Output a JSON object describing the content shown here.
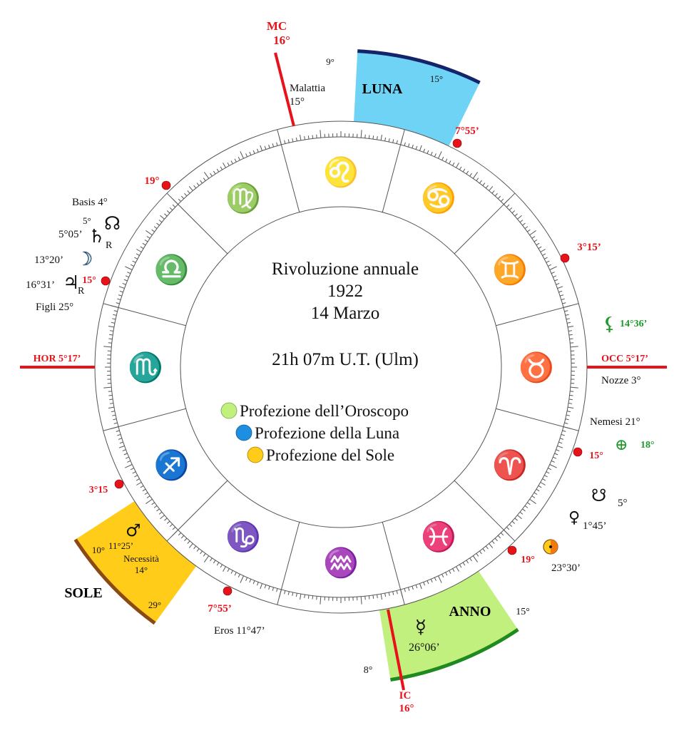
{
  "center_text": {
    "title": "Rivoluzione annuale",
    "year": "1922",
    "date": "14 Marzo",
    "time": "21h 07m U.T. (Ulm)"
  },
  "legend": [
    {
      "label": "Profezione dell’Oroscopo",
      "color": "#c2f07e"
    },
    {
      "label": "Profezione della Luna",
      "color": "#1e8fe0"
    },
    {
      "label": "Profezione del Sole",
      "color": "#ffcc1a"
    }
  ],
  "zodiac_glyphs": [
    "♌",
    "♋",
    "♊",
    "♉",
    "♈",
    "♓",
    "♒",
    "♑",
    "♐",
    "♏",
    "♎",
    "♍"
  ],
  "angles": {
    "mc": {
      "label": "MC",
      "degree": "16°"
    },
    "ic": {
      "label": "IC",
      "degree": "16°"
    },
    "hor": "HOR 5°17’",
    "occ": "OCC 5°17’"
  },
  "house_cusps": [
    "7°55’",
    "3°15’",
    "15°",
    "19°",
    "7°55’",
    "3°15",
    "15°",
    "19°"
  ],
  "profections": {
    "luna": {
      "label": "LUNA",
      "start": "9°",
      "end": "15°",
      "color": "#6fd3f5"
    },
    "anno": {
      "label": "ANNO",
      "start": "8°",
      "end": "15°",
      "color": "#c2f07e"
    },
    "sole": {
      "label": "SOLE",
      "start": "10°",
      "end": "29°",
      "color": "#ffcc1a"
    }
  },
  "lots": {
    "malattia": "Malattia",
    "malattia_deg": "15°",
    "basis": "Basis 4°",
    "figli": "Figli 25°",
    "nozze": "Nozze 3°",
    "nemesi": "Nemesi 21°",
    "eros": "Eros 11°47’",
    "necessita": "Necessità",
    "necessita_deg": "14°"
  },
  "planets": {
    "node_north": {
      "glyph": "☊",
      "degree": "5°"
    },
    "saturn": {
      "glyph": "♄",
      "retro": "R",
      "degree": "5°05’"
    },
    "moon": {
      "glyph": "☽",
      "degree": "13°20’"
    },
    "jupiter": {
      "glyph": "♃",
      "retro": "R",
      "degree": "16°31’"
    },
    "lilith": {
      "glyph": "⚸",
      "degree": "14°36’"
    },
    "fortuna": {
      "glyph": "⊕",
      "degree": "18°"
    },
    "node_south": {
      "glyph": "☋",
      "degree": "5°"
    },
    "venus": {
      "glyph": "♀",
      "degree": "1°45’"
    },
    "sun": {
      "degree": "23°30’"
    },
    "mercury": {
      "glyph": "☿",
      "degree": "26°06’"
    },
    "mars": {
      "glyph": "♂",
      "degree": "11°25’"
    }
  }
}
